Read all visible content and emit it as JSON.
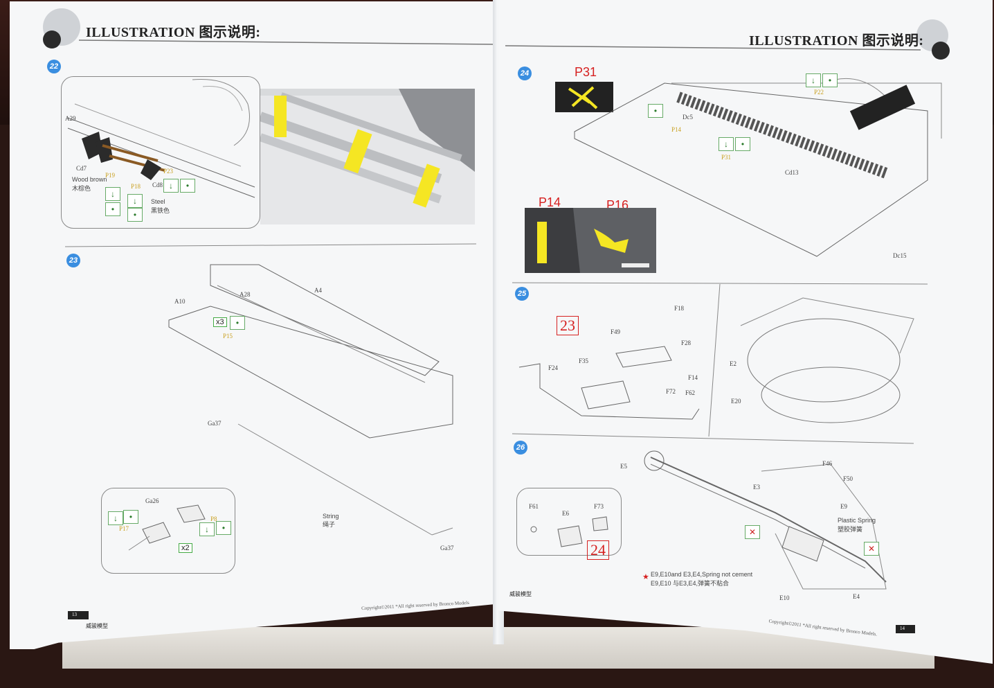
{
  "left_page": {
    "header": "ILLUSTRATION 图示说明:",
    "steps": [
      "22",
      "23"
    ],
    "step22": {
      "labels": [
        "A29",
        "Cd7",
        "P19",
        "P18",
        "P23",
        "Cd8"
      ],
      "paint1": "Wood brown",
      "paint1_cn": "木棕色",
      "paint2": "Steel",
      "paint2_cn": "黑铁色"
    },
    "step23": {
      "labels": [
        "A10",
        "A28",
        "A4",
        "P15",
        "Ga37",
        "Ga37",
        "Ga26",
        "P17",
        "P8"
      ],
      "qty1": "x3",
      "qty2": "x2",
      "string": "String",
      "string_cn": "绳子"
    },
    "copyright": "Copyright©2011 *All right reserved by Bronco Models",
    "page_number": "13",
    "brand": "威骏模型"
  },
  "right_page": {
    "header": "ILLUSTRATION 图示说明:",
    "steps": [
      "24",
      "25",
      "26"
    ],
    "step24": {
      "part_p31": "P31",
      "part_p14": "P14",
      "part_p16": "P16",
      "labels": [
        "P22",
        "Dc5",
        "P14",
        "P31",
        "Cd13",
        "Dc15"
      ]
    },
    "step25": {
      "ref": "23",
      "labels": [
        "F18",
        "F49",
        "F28",
        "F35",
        "F24",
        "F14",
        "F72",
        "F62",
        "E2",
        "E20"
      ]
    },
    "step26": {
      "ref": "24",
      "labels": [
        "E5",
        "F46",
        "F50",
        "E3",
        "E9",
        "F61",
        "E6",
        "F73",
        "E10",
        "E4"
      ],
      "spring": "Plastic Spring",
      "spring_cn": "塑胶弹簧",
      "note": "E9,E10and E3,E4,Spring not cement",
      "note_cn": "E9,E10 与E3,E4,弹簧不粘合"
    },
    "copyright": "Copyright©2011 *All right reserved by Bronco Models.",
    "page_number": "14",
    "brand": "威骏模型"
  }
}
